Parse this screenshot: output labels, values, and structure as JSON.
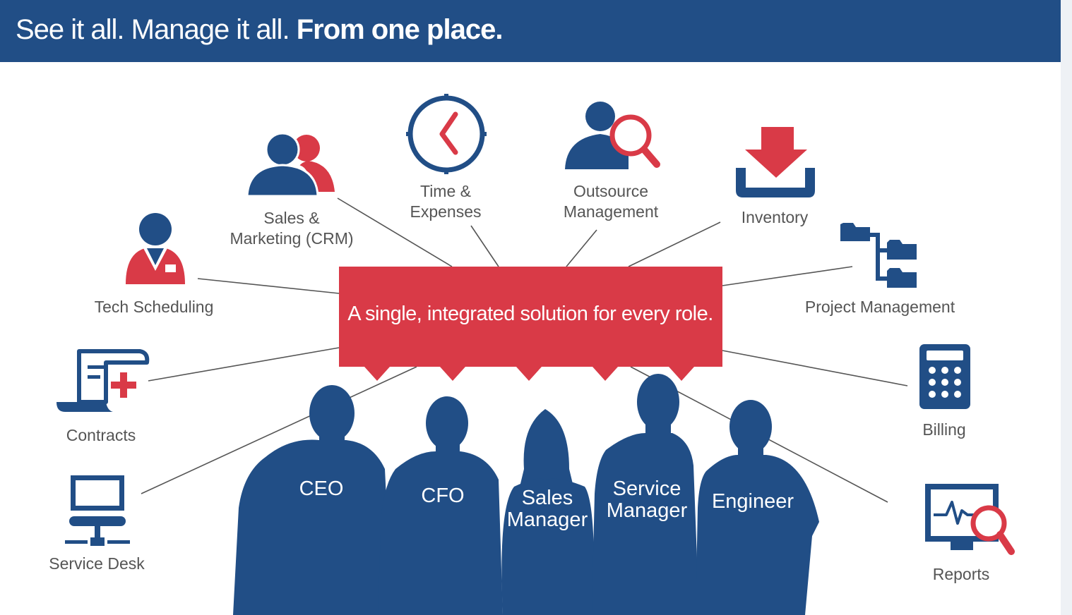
{
  "header": {
    "title_regular": "See it all. Manage it all.",
    "title_bold": "From one place."
  },
  "center_banner": "A single, integrated solution for every role.",
  "modules": [
    {
      "id": "tech-scheduling",
      "lines": [
        "Tech Scheduling"
      ],
      "icon": "technician-icon"
    },
    {
      "id": "sales-marketing",
      "lines": [
        "Sales &",
        "Marketing (CRM)"
      ],
      "icon": "people-icon"
    },
    {
      "id": "time-expenses",
      "lines": [
        "Time &",
        "Expenses"
      ],
      "icon": "clock-icon"
    },
    {
      "id": "outsource-management",
      "lines": [
        "Outsource",
        "Management"
      ],
      "icon": "person-search-icon"
    },
    {
      "id": "inventory",
      "lines": [
        "Inventory"
      ],
      "icon": "download-tray-icon"
    },
    {
      "id": "project-management",
      "lines": [
        "Project Management"
      ],
      "icon": "folder-tree-icon"
    },
    {
      "id": "contracts",
      "lines": [
        "Contracts"
      ],
      "icon": "contract-scroll-icon"
    },
    {
      "id": "billing",
      "lines": [
        "Billing"
      ],
      "icon": "calculator-icon"
    },
    {
      "id": "service-desk",
      "lines": [
        "Service Desk"
      ],
      "icon": "networked-computer-icon"
    },
    {
      "id": "reports",
      "lines": [
        "Reports"
      ],
      "icon": "monitor-search-icon"
    }
  ],
  "roles": [
    {
      "id": "ceo",
      "lines": [
        "CEO"
      ]
    },
    {
      "id": "cfo",
      "lines": [
        "CFO"
      ]
    },
    {
      "id": "sales-manager",
      "lines": [
        "Sales",
        "Manager"
      ]
    },
    {
      "id": "service-manager",
      "lines": [
        "Service",
        "Manager"
      ]
    },
    {
      "id": "engineer",
      "lines": [
        "Engineer"
      ]
    }
  ],
  "colors": {
    "brand_blue": "#214e86",
    "accent_red": "#d93a47",
    "label_gray": "#555555",
    "connector_gray": "#555555"
  }
}
